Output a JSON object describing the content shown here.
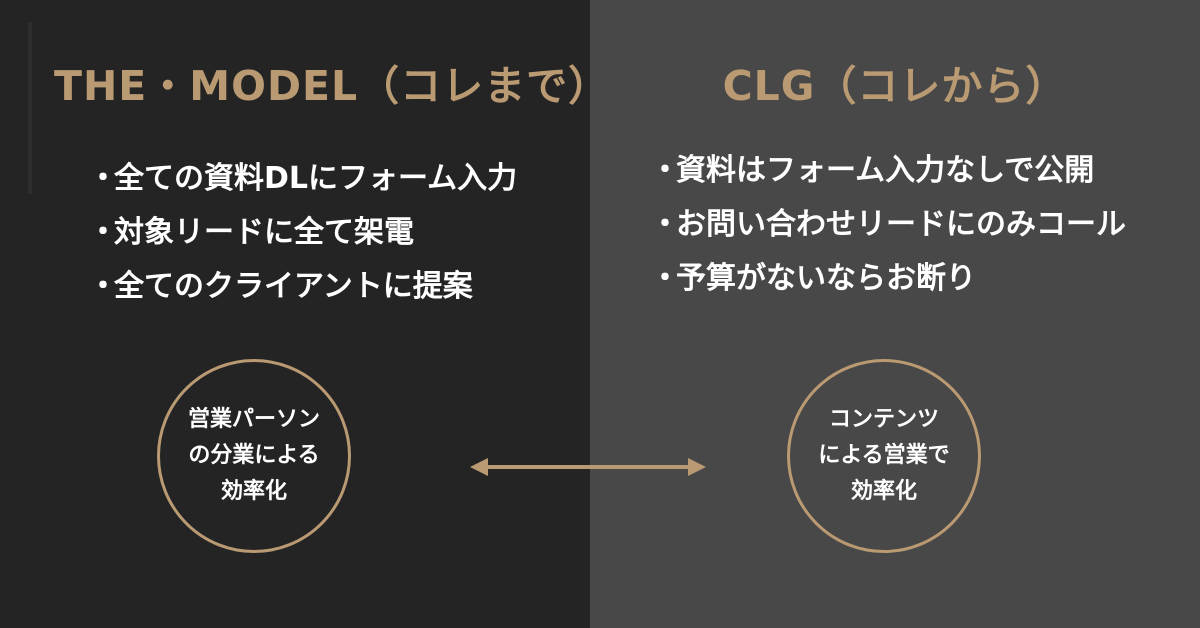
{
  "colors": {
    "accent": "#b99a72",
    "left_bg": "#252424",
    "right_bg": "#484848",
    "text": "#ffffff"
  },
  "left": {
    "title": "THE・MODEL（コレまで）",
    "bullet_marker": "・",
    "bullets": [
      "全ての資料DLにフォーム入力",
      "対象リードに全て架電",
      "全てのクライアントに提案"
    ],
    "circle_lines": [
      "営業パーソン",
      "の分業による",
      "効率化"
    ]
  },
  "right": {
    "title": "CLG（コレから）",
    "bullet_marker": "・",
    "bullets": [
      "資料はフォーム入力なしで公開",
      "お問い合わせリードにのみコール",
      "予算がないならお断り"
    ],
    "circle_lines": [
      "コンテンツ",
      "による営業で",
      "効率化"
    ]
  },
  "connector": {
    "icon": "double-headed-arrow-icon"
  }
}
